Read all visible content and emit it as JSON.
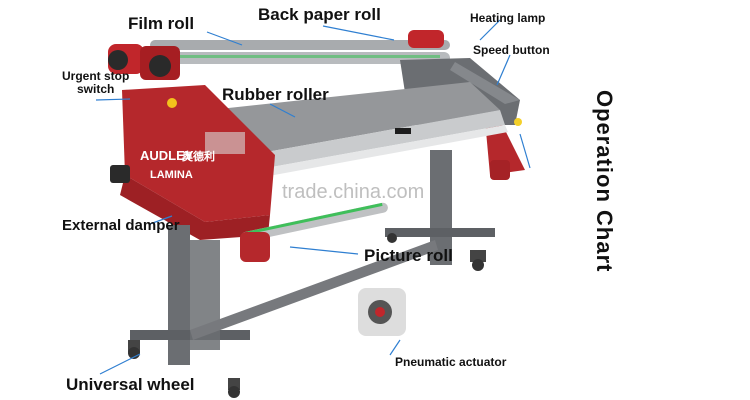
{
  "colors": {
    "frame_red": "#b5282c",
    "frame_gray": "#6b6e72",
    "roller_gray": "#9a9c9f",
    "leader_blue": "#2f7fd1"
  },
  "labels": {
    "film_roll": "Film roll",
    "back_paper_roll": "Back paper roll",
    "heating_lamp": "Heating lamp",
    "speed_button": "Speed button",
    "urgent_stop_switch": "Urgent stop\nswitch",
    "rubber_roller": "Rubber roller",
    "external_damper": "External damper",
    "picture_roll": "Picture roll",
    "pneumatic_actuator": "Pneumatic actuator",
    "universal_wheel": "Universal wheel",
    "side_title": "Operation Chart"
  },
  "machine_text": {
    "brand": "AUDLEY",
    "brand_cn": "奥德利",
    "model": "LAMINA"
  },
  "watermark": "trade.china.com"
}
